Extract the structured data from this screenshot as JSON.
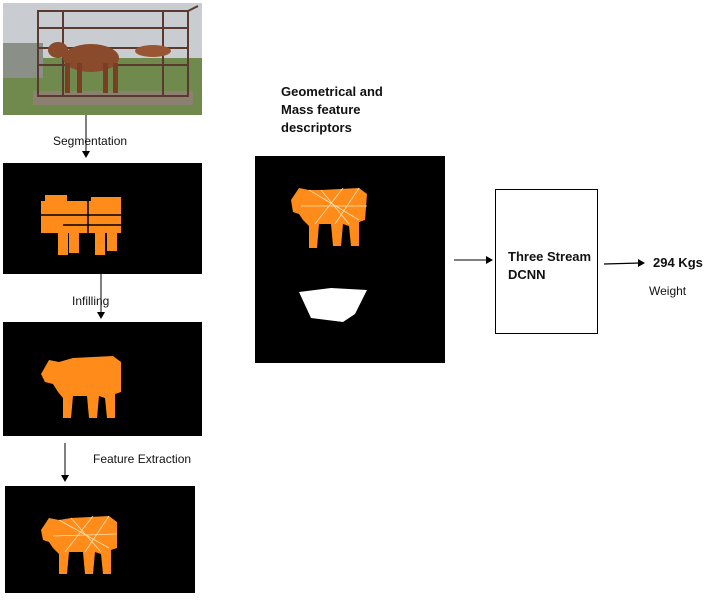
{
  "colors": {
    "mask": "#ff8c1a",
    "panel_bg": "#000000",
    "outline": "#ffffff",
    "arrow": "#000000"
  },
  "steps": {
    "segmentation": "Segmentation",
    "infilling": "Infilling",
    "feature_extraction": "Feature Extraction"
  },
  "descriptors": {
    "line1": "Geometrical and",
    "line2": "Mass feature",
    "line3": "descriptors"
  },
  "model": {
    "line1": "Three Stream",
    "line2": "DCNN"
  },
  "output": {
    "value": "294 Kgs",
    "label": "Weight"
  }
}
